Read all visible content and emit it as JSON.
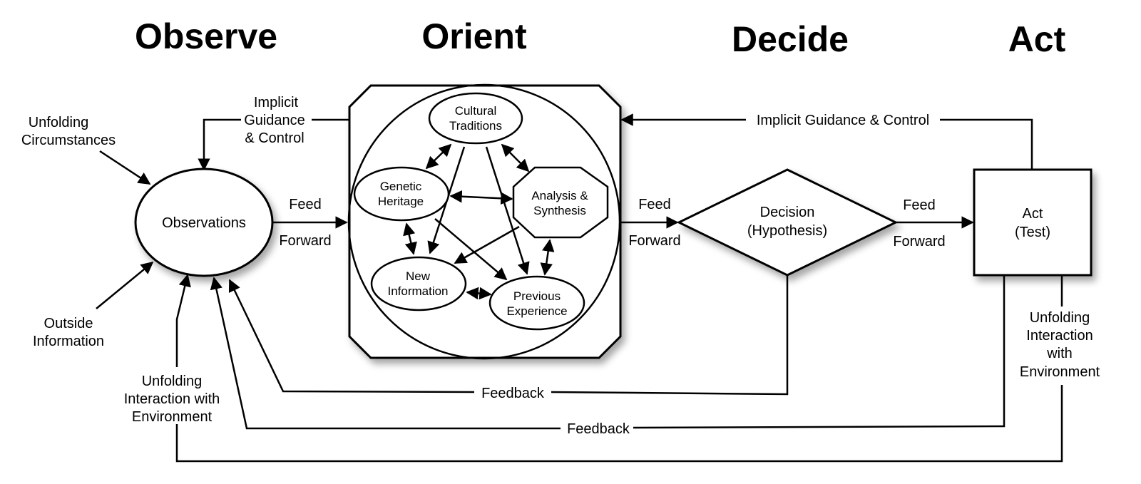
{
  "headers": {
    "observe": "Observe",
    "orient": "Orient",
    "decide": "Decide",
    "act": "Act"
  },
  "observe": {
    "unfolding_circumstances": [
      "Unfolding",
      "Circumstances"
    ],
    "outside_information": [
      "Outside",
      "Information"
    ],
    "observations": "Observations",
    "unfolding_interaction": [
      "Unfolding",
      "Interaction with",
      "Environment"
    ],
    "implicit_guidance": [
      "Implicit",
      "Guidance",
      "& Control"
    ]
  },
  "feed_forward": {
    "feed": "Feed",
    "forward": "Forward"
  },
  "orient": {
    "cultural_traditions": [
      "Cultural",
      "Traditions"
    ],
    "genetic_heritage": [
      "Genetic",
      "Heritage"
    ],
    "analysis_synthesis": [
      "Analysis &",
      "Synthesis"
    ],
    "new_information": [
      "New",
      "Information"
    ],
    "previous_experience": [
      "Previous",
      "Experience"
    ]
  },
  "decide": {
    "decision": [
      "Decision",
      "(Hypothesis)"
    ]
  },
  "act": {
    "act_box": [
      "Act",
      "(Test)"
    ],
    "unfolding_interaction": [
      "Unfolding",
      "Interaction",
      "with",
      "Environment"
    ]
  },
  "loops": {
    "implicit_guidance_control": "Implicit Guidance & Control",
    "feedback_decide": "Feedback",
    "feedback_act": "Feedback"
  }
}
